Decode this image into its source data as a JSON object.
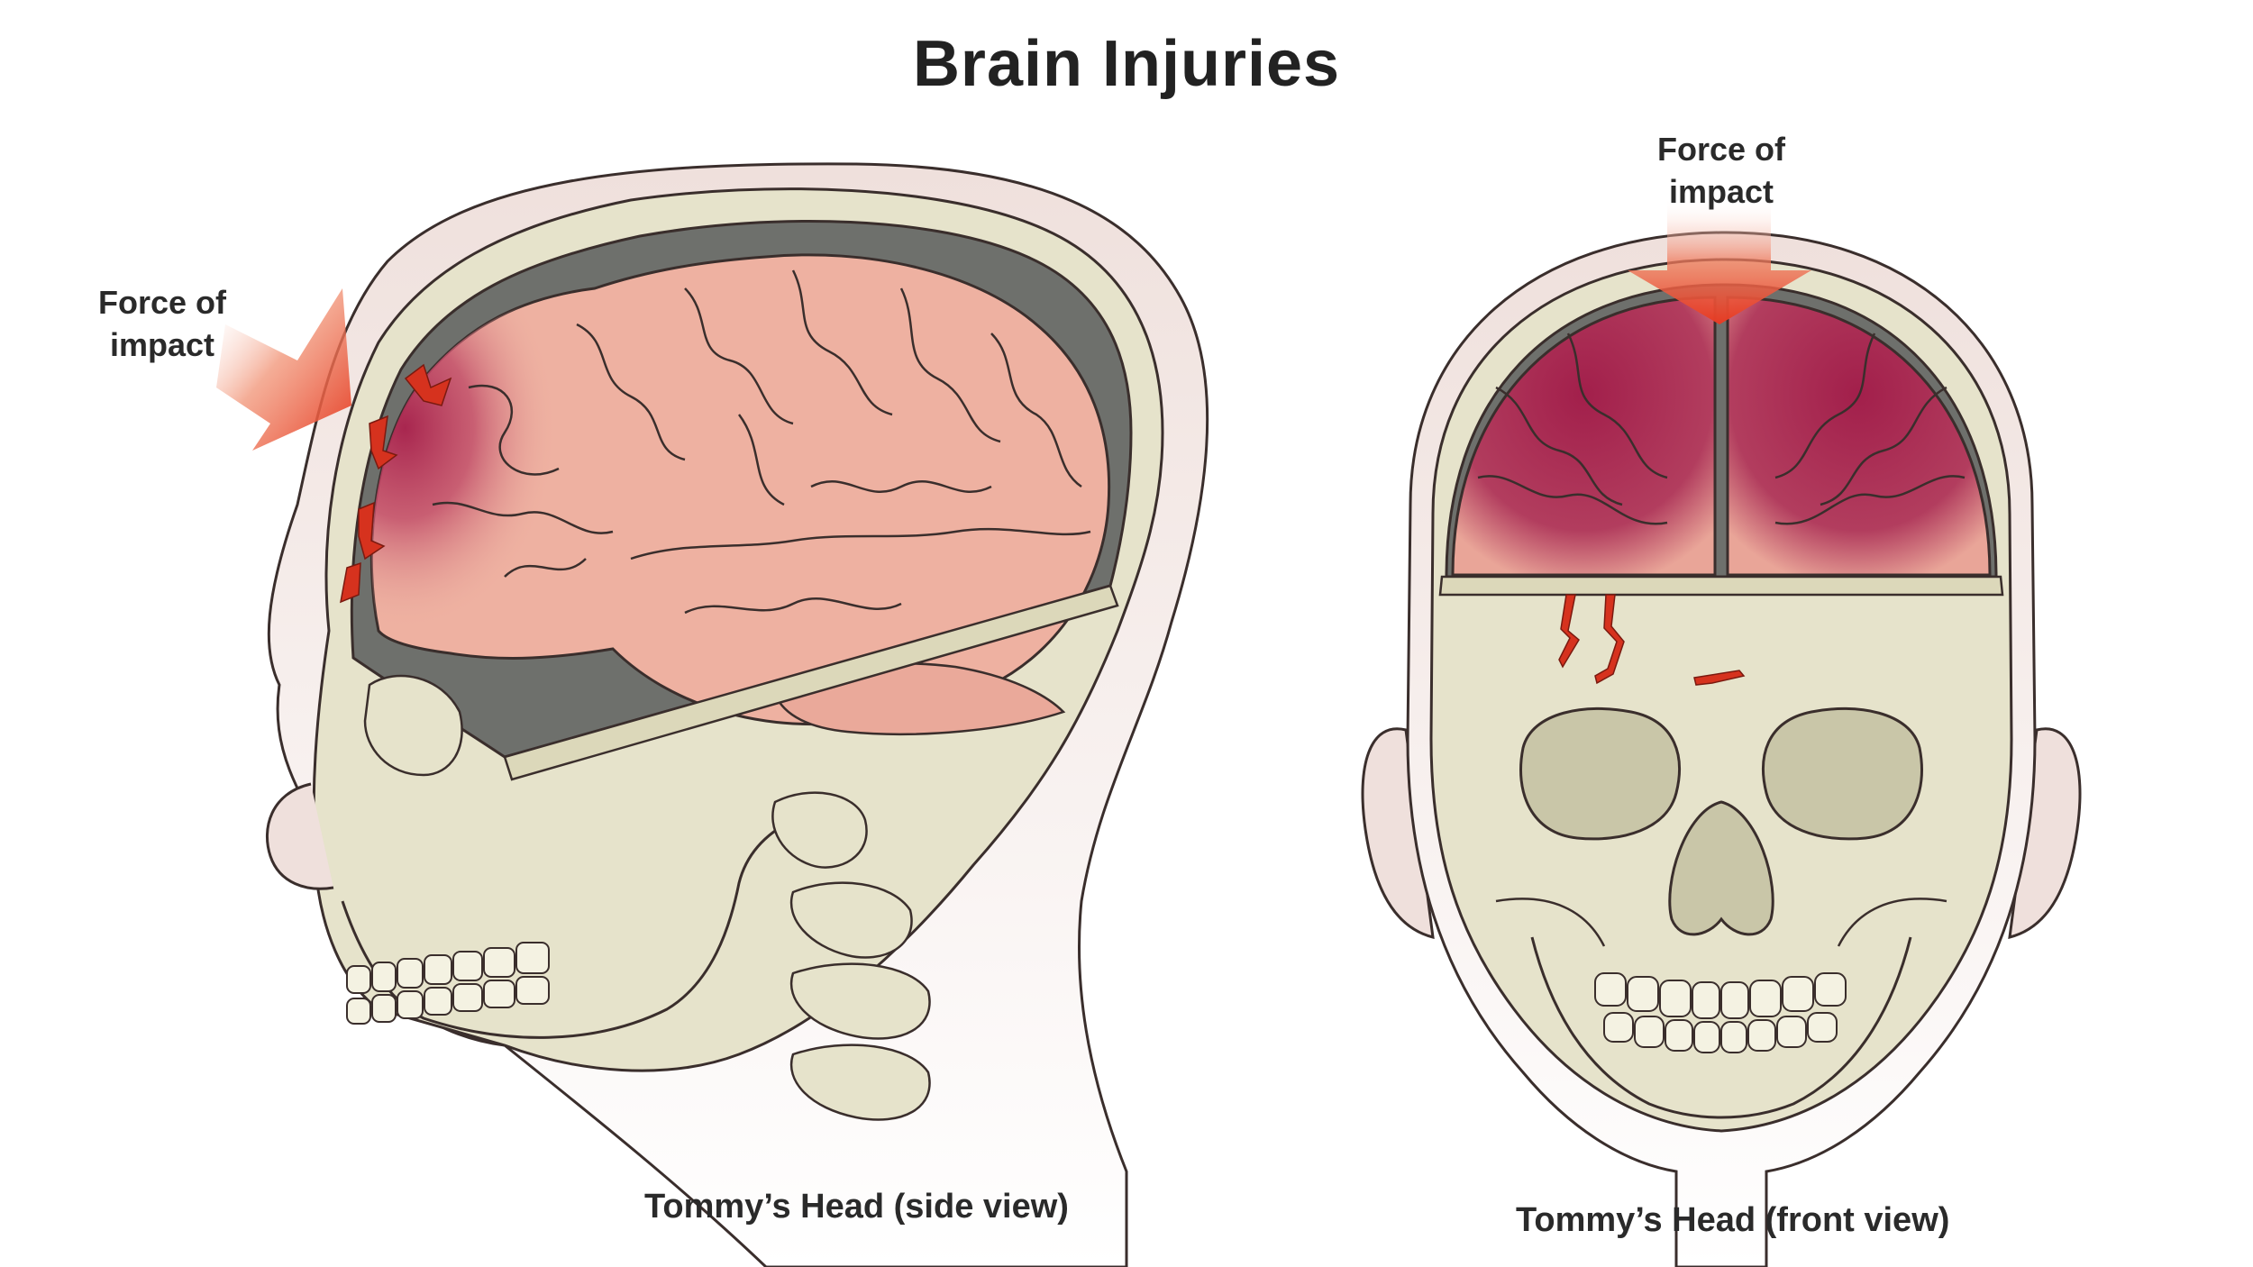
{
  "title": "Brain Injuries",
  "side_view": {
    "force_label_line1": "Force of",
    "force_label_line2": "impact",
    "caption": "Tommy’s Head (side view)"
  },
  "front_view": {
    "force_label_line1": "Force of",
    "force_label_line2": "impact",
    "caption": "Tommy’s Head (front view)"
  },
  "colors": {
    "skin": "#efe0dc",
    "skull": "#e6e3cb",
    "brain": "#eeb1a1",
    "bruise": "#a8264f",
    "cavity": "#6e706c",
    "fracture": "#d6321e",
    "arrow": "#e8452c"
  }
}
